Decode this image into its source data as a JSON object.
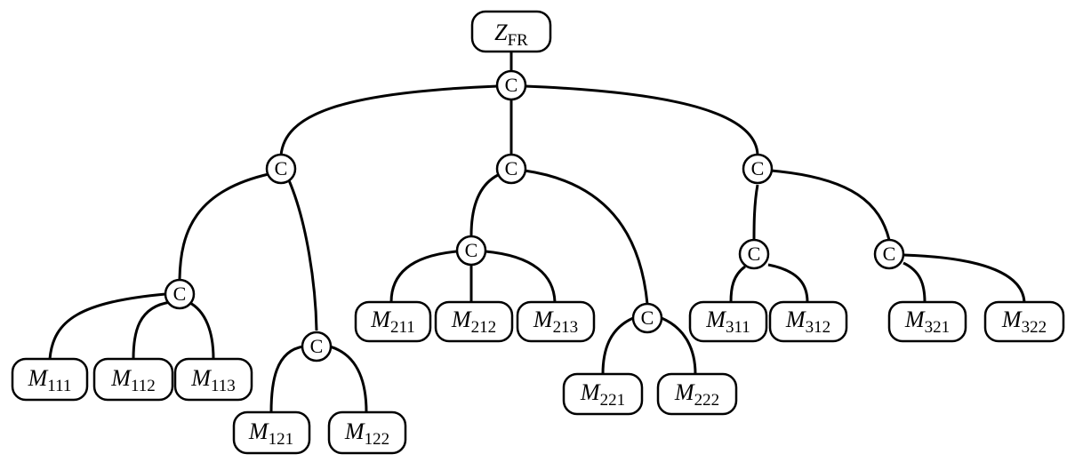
{
  "diagram": {
    "root": {
      "main": "Z",
      "sub": "FR"
    },
    "connector_label": "C",
    "leaves": [
      {
        "main": "M",
        "sub": "111"
      },
      {
        "main": "M",
        "sub": "112"
      },
      {
        "main": "M",
        "sub": "113"
      },
      {
        "main": "M",
        "sub": "121"
      },
      {
        "main": "M",
        "sub": "122"
      },
      {
        "main": "M",
        "sub": "211"
      },
      {
        "main": "M",
        "sub": "212"
      },
      {
        "main": "M",
        "sub": "213"
      },
      {
        "main": "M",
        "sub": "221"
      },
      {
        "main": "M",
        "sub": "222"
      },
      {
        "main": "M",
        "sub": "311"
      },
      {
        "main": "M",
        "sub": "312"
      },
      {
        "main": "M",
        "sub": "321"
      },
      {
        "main": "M",
        "sub": "322"
      }
    ]
  }
}
